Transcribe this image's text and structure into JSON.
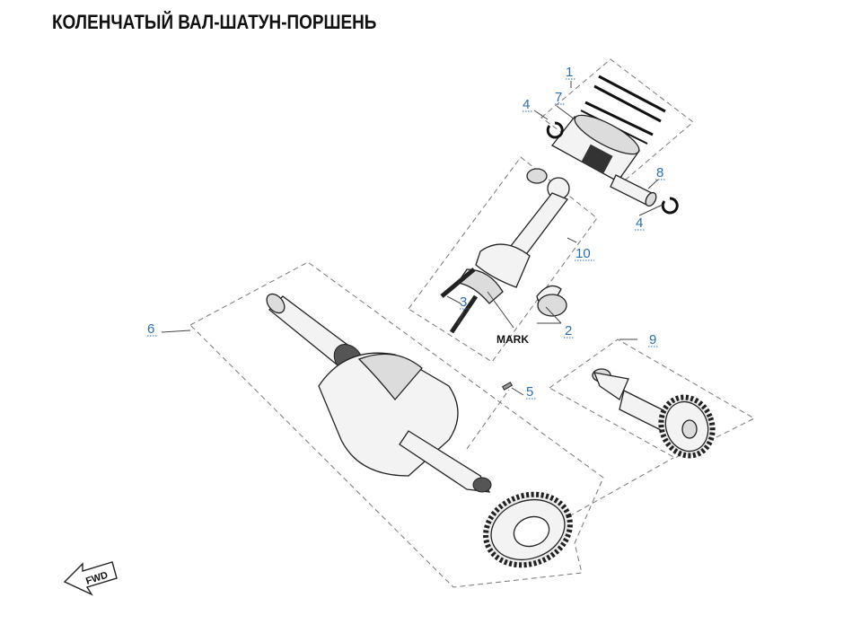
{
  "title": "КОЛЕНЧАТЫЙ ВАЛ-ШАТУН-ПОРШЕНЬ",
  "callouts": {
    "c1": "1",
    "c2": "2",
    "c3": "3",
    "c4a": "4",
    "c4b": "4",
    "c5": "5",
    "c6": "6",
    "c7": "7",
    "c8": "8",
    "c9": "9",
    "c10": "10"
  },
  "mark_label": "MARK",
  "fwd_label": "FWD",
  "colors": {
    "callout": "#2a6fb5",
    "title": "#111111",
    "outline": "#222222",
    "dashed_frame": "#777777"
  }
}
